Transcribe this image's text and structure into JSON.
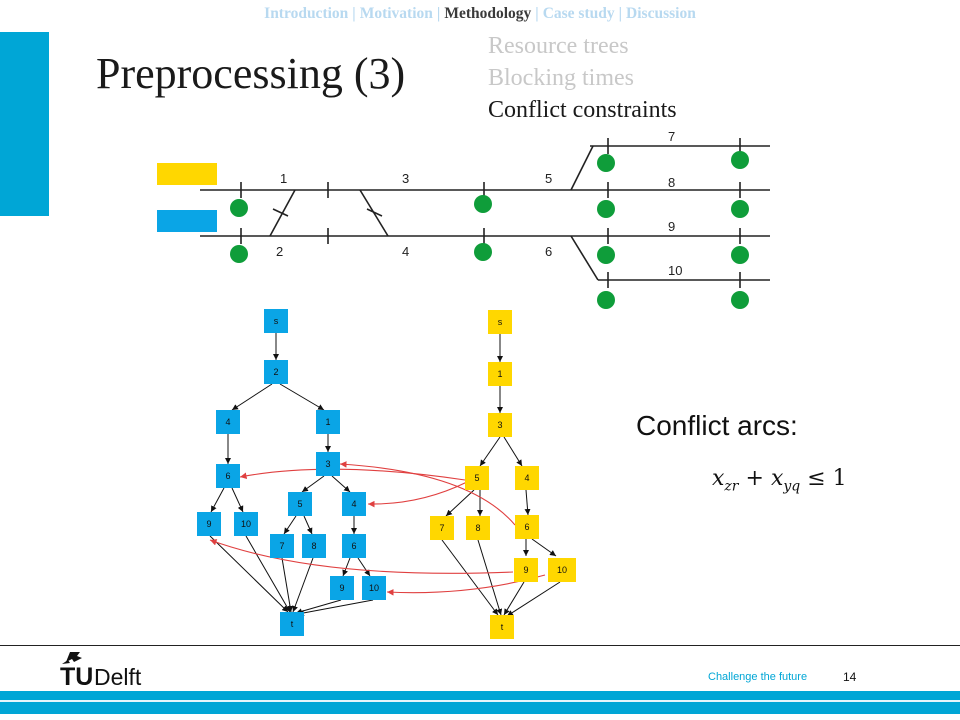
{
  "nav": {
    "items": [
      "Introduction",
      "Motivation",
      "Methodology",
      "Case study",
      "Discussion"
    ],
    "active": "Methodology",
    "separator": "|"
  },
  "title": "Preprocessing (3)",
  "steps": [
    "Resource trees",
    "Blocking times",
    "Conflict constraints"
  ],
  "current_step": "Conflict constraints",
  "track": {
    "section_labels": [
      "1",
      "2",
      "3",
      "4",
      "5",
      "6",
      "7",
      "8",
      "9",
      "10"
    ]
  },
  "trees": {
    "blue": [
      "s",
      "2",
      "4",
      "1",
      "6",
      "3",
      "5",
      "4",
      "9",
      "10",
      "7",
      "8",
      "6",
      "9",
      "10",
      "t"
    ],
    "yellow": [
      "s",
      "1",
      "3",
      "5",
      "4",
      "7",
      "8",
      "6",
      "9",
      "10",
      "t"
    ]
  },
  "colors": {
    "accent": "#00a6d6",
    "blue_node": "#0aa5e6",
    "yellow_node": "#ffd700",
    "signal": "#0f9d3a",
    "conflict_arc": "#e04040"
  },
  "conflict_label": "Conflict arcs:",
  "formula": {
    "a": "x",
    "a_sub": "zr",
    "plus": "+",
    "b": "x",
    "b_sub": "yq",
    "rel": "≤",
    "rhs": "1"
  },
  "logo_text": "TUDelft",
  "tagline": "Challenge the future",
  "page_number": "14"
}
